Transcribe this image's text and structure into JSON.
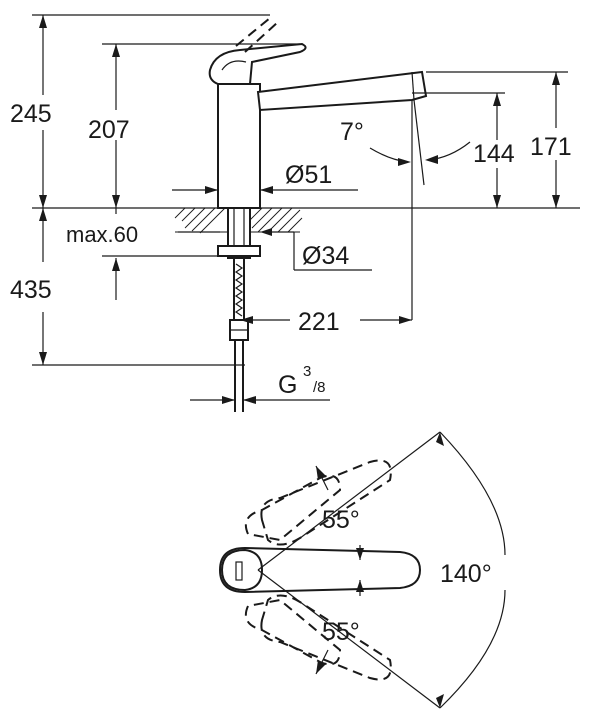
{
  "side_view": {
    "dim_total_height": "245",
    "dim_body_height": "207",
    "dim_spout_angle": "7°",
    "dim_spout_height": "144",
    "dim_spout_top": "171",
    "dim_body_diameter": "Ø51",
    "dim_max_thickness": "max.60",
    "dim_hole_diameter": "Ø34",
    "dim_below_counter": "435",
    "dim_spout_reach": "221",
    "connection_thread": "G",
    "connection_sup": "3",
    "connection_sub": "/8"
  },
  "top_view": {
    "dim_angle_up": "55°",
    "dim_angle_down": "55°",
    "dim_swivel_range": "140°"
  }
}
